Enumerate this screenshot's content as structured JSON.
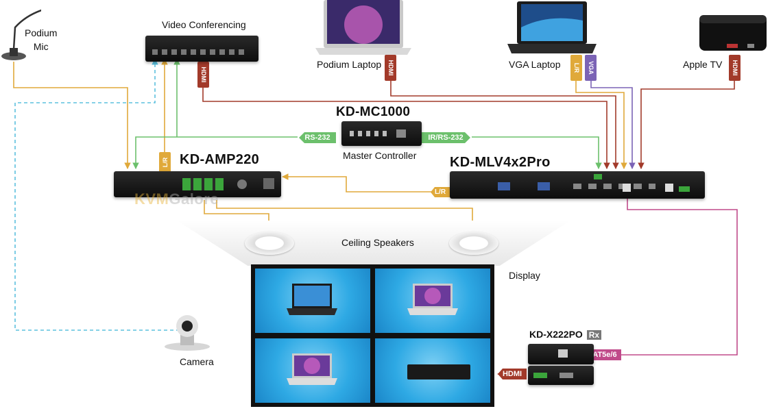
{
  "devices": {
    "podium_mic": "Podium\nMic",
    "video_conferencing": "Video Conferencing",
    "podium_laptop": "Podium Laptop",
    "vga_laptop": "VGA Laptop",
    "apple_tv": "Apple TV",
    "master_controller_model": "KD-MC1000",
    "master_controller": "Master Controller",
    "amplifier": "KD-AMP220",
    "switcher": "KD-MLV4x2Pro",
    "ceiling_speakers": "Ceiling Speakers",
    "display": "Display",
    "camera": "Camera",
    "receiver": "KD-X222PO",
    "receiver_badge": "Rx"
  },
  "cable_labels": {
    "hdmi": "HDMI",
    "lr": "L/R",
    "vga": "VGA",
    "rs232": "RS-232",
    "ir_rs232": "IR/RS-232",
    "cat": "CAT5e/6"
  },
  "watermark": {
    "left": "KVM",
    "right": "Galore"
  },
  "colors": {
    "hdmi": "#a23a2a",
    "audio": "#e0a93a",
    "vga": "#7b63b5",
    "control": "#6cc06c",
    "camera_link": "#5bc0de",
    "cat": "#c04a8a"
  }
}
